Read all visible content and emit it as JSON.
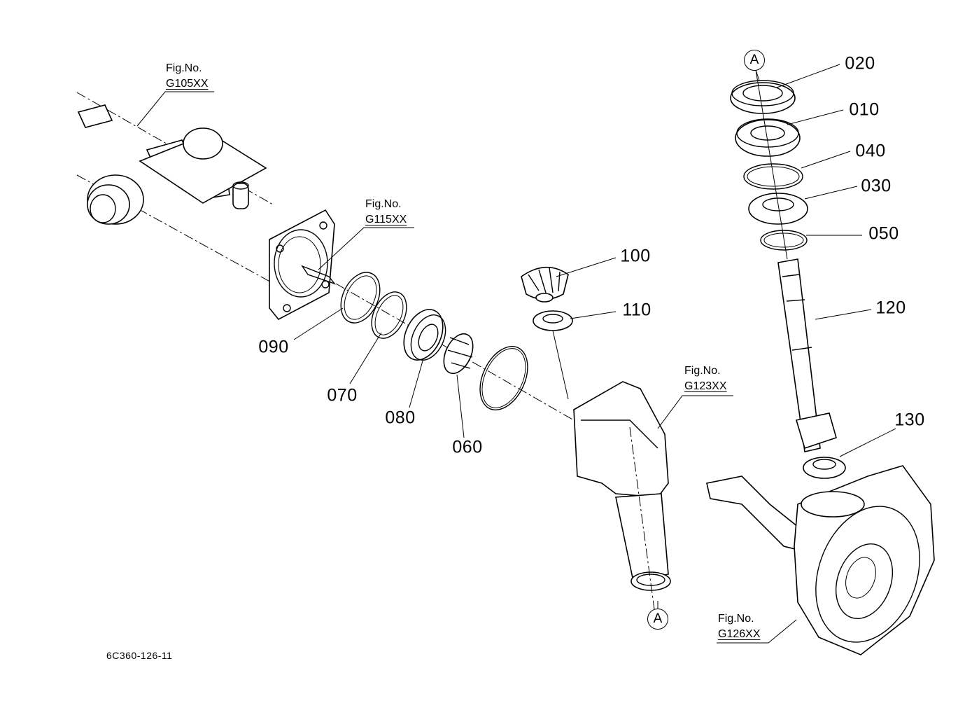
{
  "parts": [
    {
      "id": "p010",
      "number": "010"
    },
    {
      "id": "p020",
      "number": "020"
    },
    {
      "id": "p030",
      "number": "030"
    },
    {
      "id": "p040",
      "number": "040"
    },
    {
      "id": "p050",
      "number": "050"
    },
    {
      "id": "p060",
      "number": "060"
    },
    {
      "id": "p070",
      "number": "070"
    },
    {
      "id": "p080",
      "number": "080"
    },
    {
      "id": "p090",
      "number": "090"
    },
    {
      "id": "p100",
      "number": "100"
    },
    {
      "id": "p110",
      "number": "110"
    },
    {
      "id": "p120",
      "number": "120"
    },
    {
      "id": "p130",
      "number": "130"
    }
  ],
  "figure_refs": [
    {
      "label": "Fig.No.",
      "code": "G105XX"
    },
    {
      "label": "Fig.No.",
      "code": "G115XX"
    },
    {
      "label": "Fig.No.",
      "code": "G123XX"
    },
    {
      "label": "Fig.No.",
      "code": "G126XX"
    }
  ],
  "callouts": {
    "top": "A",
    "bottom": "A"
  },
  "drawing_id": "6C360-126-11"
}
